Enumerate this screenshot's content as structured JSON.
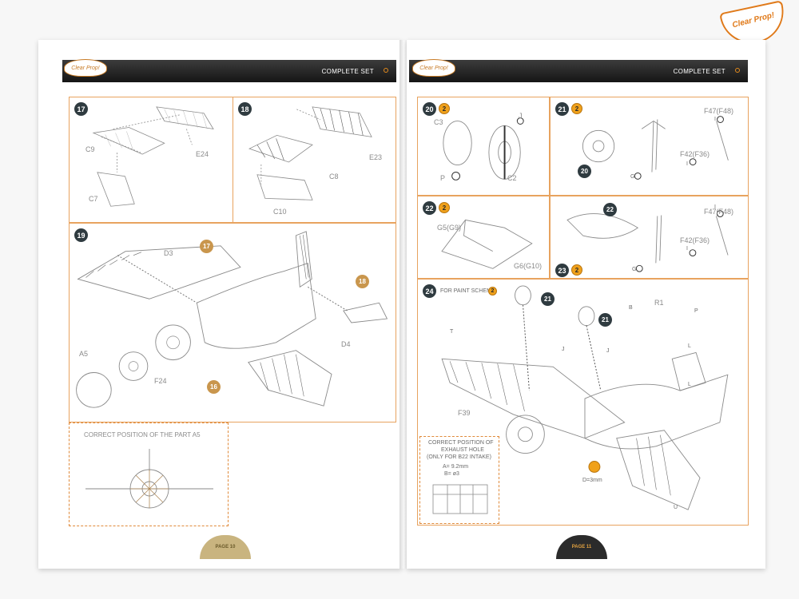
{
  "header": {
    "left_title": "COMPLETE SET",
    "right_title": "COMPLETE SET"
  },
  "brand": {
    "logo_text": "Clear Prop!"
  },
  "colors": {
    "accent": "#e38a1c",
    "step_circle": "#2f3b40",
    "badge": "#f0a11b",
    "panel_border": "#e8a35f"
  },
  "left_page": {
    "steps": [
      {
        "number": "17",
        "labels": [
          "C9",
          "E24",
          "C7"
        ]
      },
      {
        "number": "18",
        "labels": [
          "E23",
          "C8",
          "C10"
        ]
      },
      {
        "number": "19",
        "labels": [
          "D3",
          "A5",
          "F24",
          "D4"
        ],
        "callouts": [
          "17",
          "18",
          "16"
        ]
      }
    ],
    "note": {
      "title": "CORRECT POSITION OF THE PART A5"
    },
    "page_number": "PAGE 10"
  },
  "right_page": {
    "steps": [
      {
        "number": "20",
        "badge": "2",
        "labels": [
          "C3",
          "J",
          "P",
          "C2"
        ]
      },
      {
        "number": "21",
        "badge": "2",
        "labels": [
          "F47(F48)",
          "F42(F36)",
          "I",
          "I",
          "G"
        ],
        "callout": "20"
      },
      {
        "number": "22",
        "badge": "2",
        "labels": [
          "G5(G9)",
          "G6(G10)"
        ]
      },
      {
        "number": "23",
        "badge": "2",
        "labels": [
          "F47(F48)",
          "F42(F36)",
          "I",
          "I",
          "G"
        ],
        "callout": "22"
      },
      {
        "number": "24",
        "scheme_text": "FOR PAINT SCHEME",
        "scheme_badge": "2",
        "labels": [
          "R1",
          "B",
          "P",
          "T",
          "F39",
          "L",
          "L",
          "D=3mm",
          "U",
          "J",
          "J"
        ],
        "callouts": [
          "21",
          "21"
        ]
      }
    ],
    "exhaust_note": {
      "line1": "CORRECT POSITION OF",
      "line2": "EXHAUST HOLE",
      "line3": "(ONLY FOR B22 INTAKE)",
      "a": "A= 9.2mm",
      "b": "B= ø3"
    },
    "page_number": "PAGE 11"
  }
}
